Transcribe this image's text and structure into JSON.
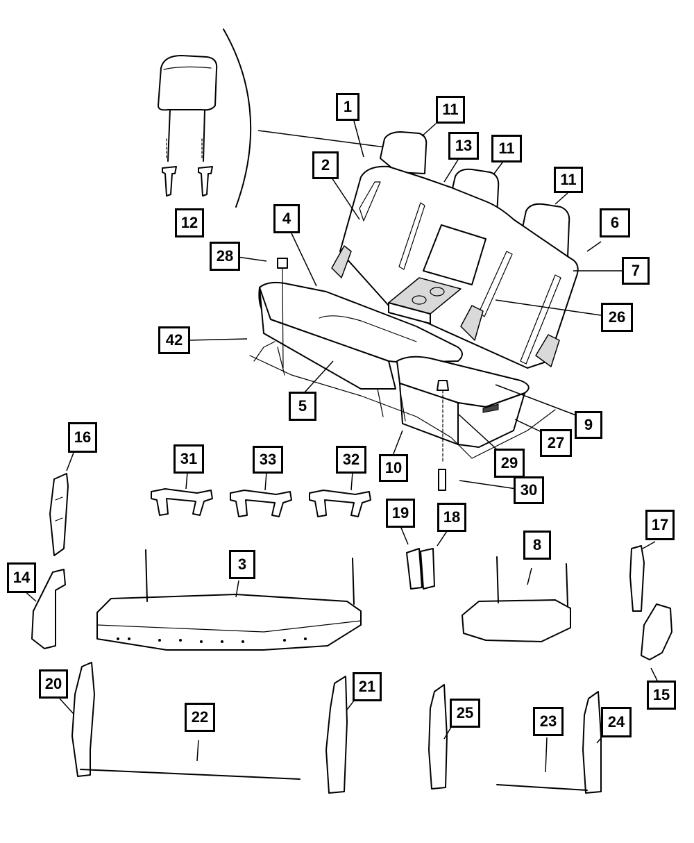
{
  "diagram": {
    "callouts": [
      {
        "id": "c1",
        "label": "1"
      },
      {
        "id": "c11a",
        "label": "11"
      },
      {
        "id": "c13",
        "label": "13"
      },
      {
        "id": "c11b",
        "label": "11"
      },
      {
        "id": "c2",
        "label": "2"
      },
      {
        "id": "c11c",
        "label": "11"
      },
      {
        "id": "c12",
        "label": "12"
      },
      {
        "id": "c4",
        "label": "4"
      },
      {
        "id": "c6",
        "label": "6"
      },
      {
        "id": "c28",
        "label": "28"
      },
      {
        "id": "c7",
        "label": "7"
      },
      {
        "id": "c26",
        "label": "26"
      },
      {
        "id": "c42",
        "label": "42"
      },
      {
        "id": "c5",
        "label": "5"
      },
      {
        "id": "c9",
        "label": "9"
      },
      {
        "id": "c27",
        "label": "27"
      },
      {
        "id": "c16",
        "label": "16"
      },
      {
        "id": "c31",
        "label": "31"
      },
      {
        "id": "c33",
        "label": "33"
      },
      {
        "id": "c32",
        "label": "32"
      },
      {
        "id": "c10",
        "label": "10"
      },
      {
        "id": "c29",
        "label": "29"
      },
      {
        "id": "c30",
        "label": "30"
      },
      {
        "id": "c19",
        "label": "19"
      },
      {
        "id": "c18",
        "label": "18"
      },
      {
        "id": "c17",
        "label": "17"
      },
      {
        "id": "c8",
        "label": "8"
      },
      {
        "id": "c3",
        "label": "3"
      },
      {
        "id": "c14",
        "label": "14"
      },
      {
        "id": "c15",
        "label": "15"
      },
      {
        "id": "c20",
        "label": "20"
      },
      {
        "id": "c21",
        "label": "21"
      },
      {
        "id": "c22",
        "label": "22"
      },
      {
        "id": "c25",
        "label": "25"
      },
      {
        "id": "c23",
        "label": "23"
      },
      {
        "id": "c24",
        "label": "24"
      }
    ]
  }
}
